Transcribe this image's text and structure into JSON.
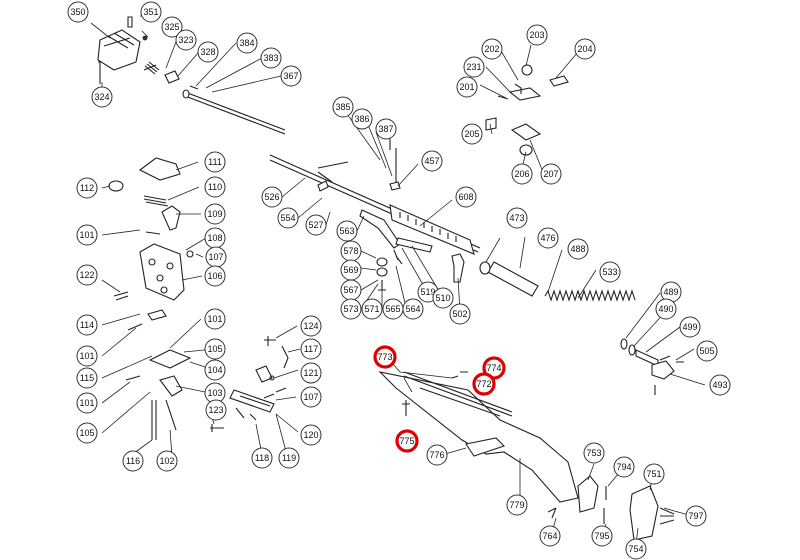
{
  "highlight_color": "#e00000",
  "parts": [
    {
      "id": "p350",
      "label": "350"
    },
    {
      "id": "p351",
      "label": "351"
    },
    {
      "id": "p325",
      "label": "325"
    },
    {
      "id": "p323",
      "label": "323"
    },
    {
      "id": "p328",
      "label": "328"
    },
    {
      "id": "p324",
      "label": "324"
    },
    {
      "id": "p384",
      "label": "384"
    },
    {
      "id": "p383",
      "label": "383"
    },
    {
      "id": "p367",
      "label": "367"
    },
    {
      "id": "p385",
      "label": "385"
    },
    {
      "id": "p386",
      "label": "386"
    },
    {
      "id": "p387",
      "label": "387"
    },
    {
      "id": "p457",
      "label": "457"
    },
    {
      "id": "p526",
      "label": "526"
    },
    {
      "id": "p554",
      "label": "554"
    },
    {
      "id": "p527",
      "label": "527"
    },
    {
      "id": "p608",
      "label": "608"
    },
    {
      "id": "p563",
      "label": "563"
    },
    {
      "id": "p578",
      "label": "578"
    },
    {
      "id": "p569",
      "label": "569"
    },
    {
      "id": "p567",
      "label": "567"
    },
    {
      "id": "p573",
      "label": "573"
    },
    {
      "id": "p571",
      "label": "571"
    },
    {
      "id": "p565",
      "label": "565"
    },
    {
      "id": "p564",
      "label": "564"
    },
    {
      "id": "p519",
      "label": "519"
    },
    {
      "id": "p510",
      "label": "510"
    },
    {
      "id": "p502",
      "label": "502"
    },
    {
      "id": "p203",
      "label": "203"
    },
    {
      "id": "p202",
      "label": "202"
    },
    {
      "id": "p204",
      "label": "204"
    },
    {
      "id": "p231",
      "label": "231"
    },
    {
      "id": "p201",
      "label": "201"
    },
    {
      "id": "p205",
      "label": "205"
    },
    {
      "id": "p206",
      "label": "206"
    },
    {
      "id": "p207",
      "label": "207"
    },
    {
      "id": "p473",
      "label": "473"
    },
    {
      "id": "p476",
      "label": "476"
    },
    {
      "id": "p488",
      "label": "488"
    },
    {
      "id": "p533",
      "label": "533"
    },
    {
      "id": "p489",
      "label": "489"
    },
    {
      "id": "p490",
      "label": "490"
    },
    {
      "id": "p499",
      "label": "499"
    },
    {
      "id": "p505",
      "label": "505"
    },
    {
      "id": "p493",
      "label": "493"
    },
    {
      "id": "p111",
      "label": "111"
    },
    {
      "id": "p112",
      "label": "112"
    },
    {
      "id": "p110",
      "label": "110"
    },
    {
      "id": "p109",
      "label": "109"
    },
    {
      "id": "p101a",
      "label": "101"
    },
    {
      "id": "p108",
      "label": "108"
    },
    {
      "id": "p107a",
      "label": "107"
    },
    {
      "id": "p122",
      "label": "122"
    },
    {
      "id": "p106",
      "label": "106"
    },
    {
      "id": "p114",
      "label": "114"
    },
    {
      "id": "p101b",
      "label": "101"
    },
    {
      "id": "p101c",
      "label": "101"
    },
    {
      "id": "p105a",
      "label": "105"
    },
    {
      "id": "p115",
      "label": "115"
    },
    {
      "id": "p104",
      "label": "104"
    },
    {
      "id": "p103",
      "label": "103"
    },
    {
      "id": "p101d",
      "label": "101"
    },
    {
      "id": "p123",
      "label": "123"
    },
    {
      "id": "p105b",
      "label": "105"
    },
    {
      "id": "p116",
      "label": "116"
    },
    {
      "id": "p102",
      "label": "102"
    },
    {
      "id": "p124",
      "label": "124"
    },
    {
      "id": "p117",
      "label": "117"
    },
    {
      "id": "p121",
      "label": "121"
    },
    {
      "id": "p107b",
      "label": "107"
    },
    {
      "id": "p120",
      "label": "120"
    },
    {
      "id": "p118",
      "label": "118"
    },
    {
      "id": "p119",
      "label": "119"
    },
    {
      "id": "p773",
      "label": "773",
      "highlighted": true
    },
    {
      "id": "p774",
      "label": "774",
      "highlighted": true
    },
    {
      "id": "p772",
      "label": "772",
      "highlighted": true
    },
    {
      "id": "p775",
      "label": "775",
      "highlighted": true
    },
    {
      "id": "p776",
      "label": "776"
    },
    {
      "id": "p779",
      "label": "779"
    },
    {
      "id": "p753",
      "label": "753"
    },
    {
      "id": "p794",
      "label": "794"
    },
    {
      "id": "p751",
      "label": "751"
    },
    {
      "id": "p764",
      "label": "764"
    },
    {
      "id": "p795",
      "label": "795"
    },
    {
      "id": "p797",
      "label": "797"
    },
    {
      "id": "p754",
      "label": "754"
    }
  ]
}
